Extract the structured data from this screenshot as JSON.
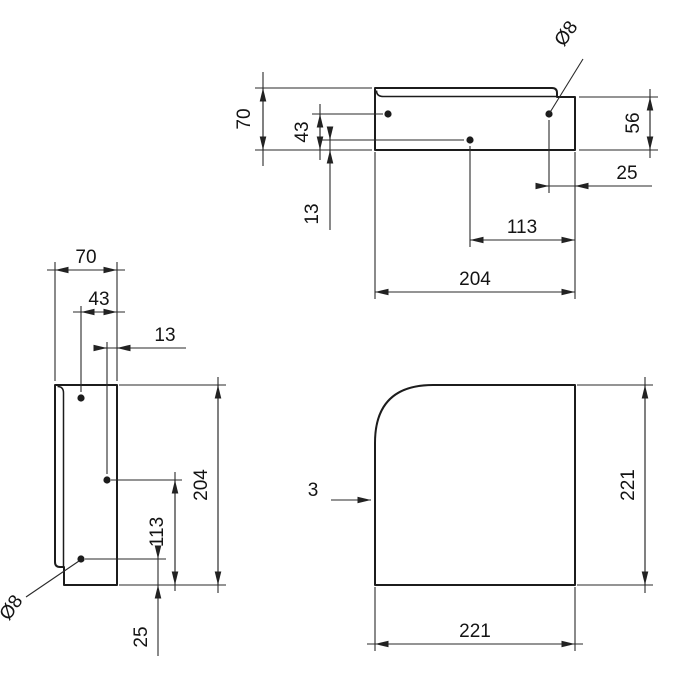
{
  "colors": {
    "background": "#ffffff",
    "line": "#1c1c1c"
  },
  "views": {
    "top": {
      "dim_depth": "70",
      "dim_hole_depth": "43",
      "dim_hole_to_front": "13",
      "dim_front_height": "56",
      "dim_hole_to_edge": "25",
      "dim_hole_to_end": "113",
      "dim_length": "204",
      "hole_diameter": "Ø8"
    },
    "side": {
      "dim_depth": "70",
      "dim_hole_depth": "43",
      "dim_hole_to_front": "13",
      "dim_length": "204",
      "dim_hole_to_end": "113",
      "dim_hole_to_edge": "25",
      "hole_diameter": "Ø8"
    },
    "front": {
      "dim_thickness": "3",
      "dim_width": "221",
      "dim_height": "221"
    }
  }
}
